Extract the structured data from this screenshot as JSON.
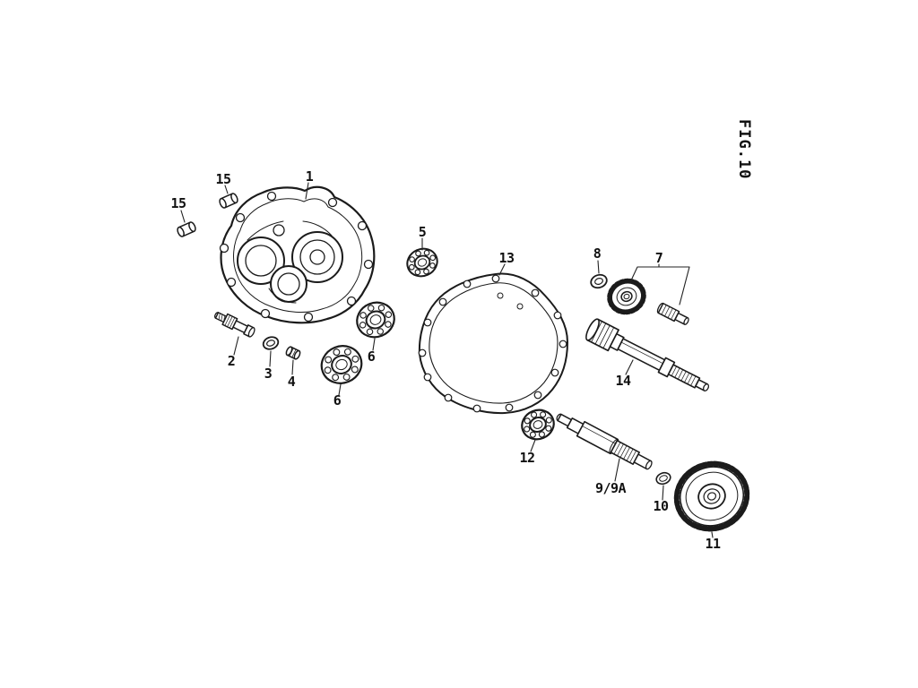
{
  "figure": {
    "title": "FIG.10"
  },
  "callouts": [
    {
      "label": "15"
    },
    {
      "label": "15"
    },
    {
      "label": "1"
    },
    {
      "label": "2"
    },
    {
      "label": "3"
    },
    {
      "label": "4"
    },
    {
      "label": "5"
    },
    {
      "label": "6"
    },
    {
      "label": "6"
    },
    {
      "label": "13"
    },
    {
      "label": "8"
    },
    {
      "label": "7"
    },
    {
      "label": "14"
    },
    {
      "label": "12"
    },
    {
      "label": "9/9A"
    },
    {
      "label": "10"
    },
    {
      "label": "11"
    }
  ]
}
